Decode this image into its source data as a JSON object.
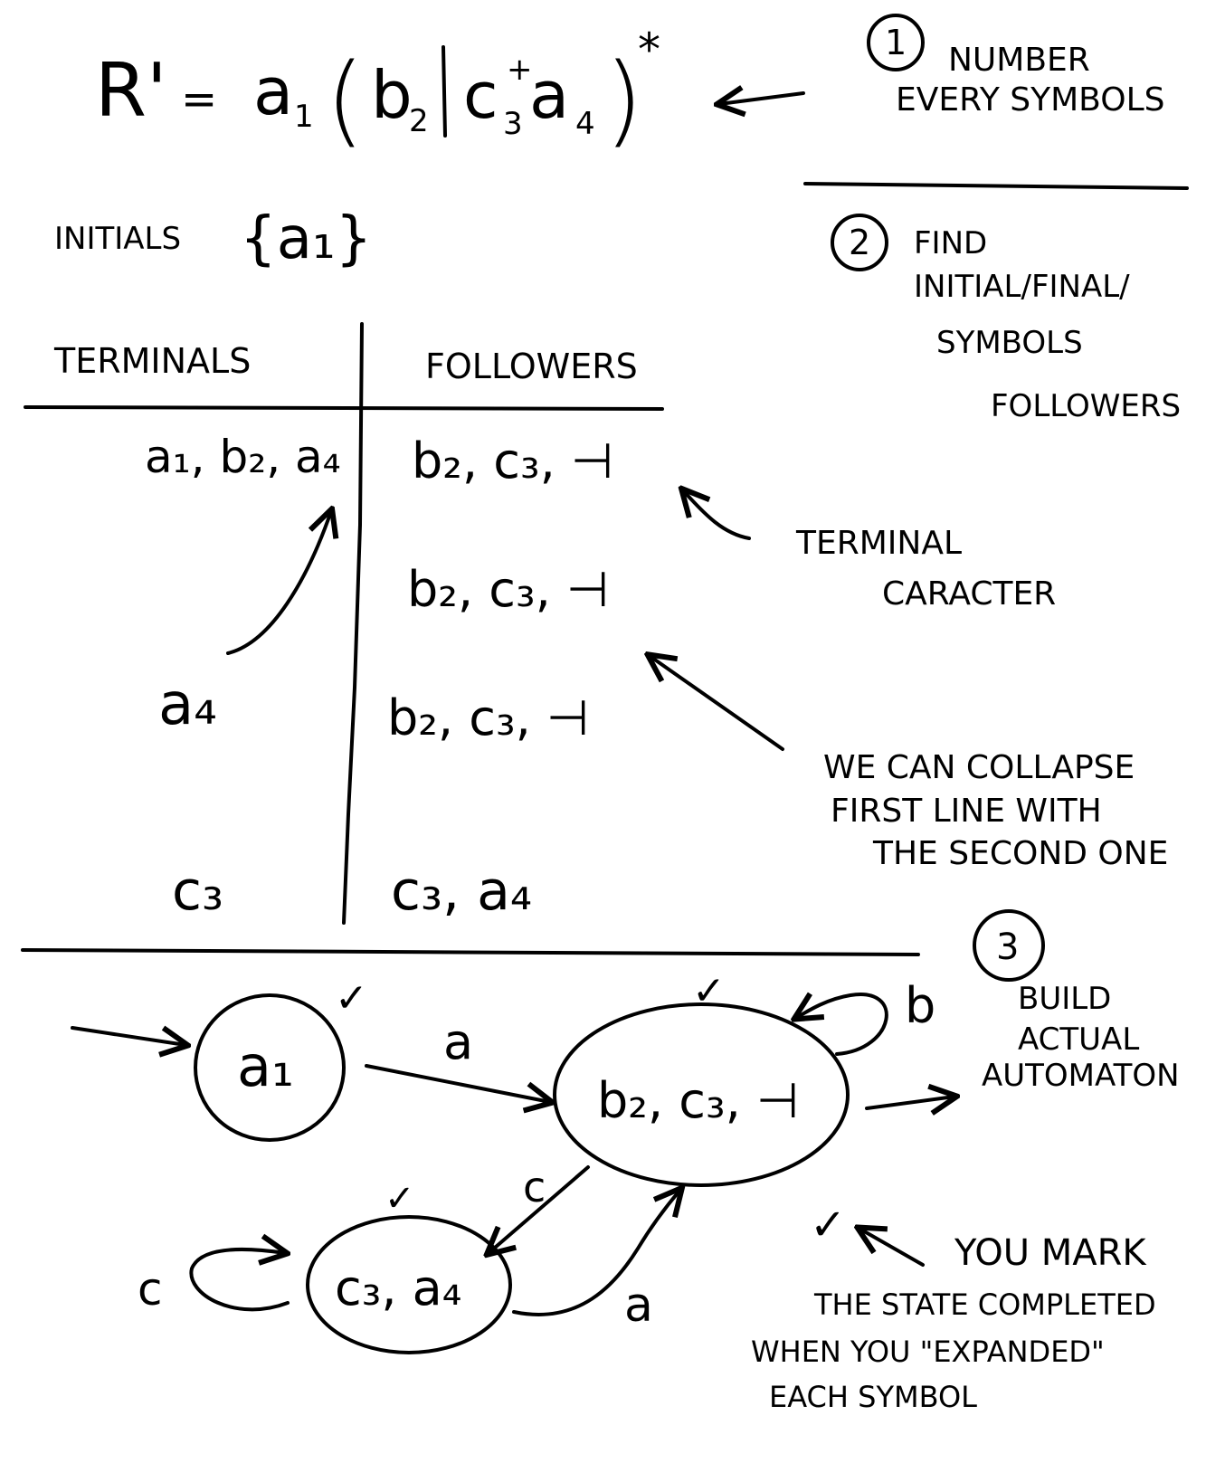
{
  "regex": {
    "lhs": "R'",
    "eq": "=",
    "a": "a",
    "a_sub": "1",
    "b": "b",
    "b_sub": "2",
    "c": "c",
    "c_sup": "+",
    "c_sub": "3",
    "a2": "a",
    "a2_sub": "4",
    "star": "*",
    "open_paren": "(",
    "close_paren": ")",
    "bar": "|"
  },
  "steps": {
    "step1": {
      "number": "1",
      "lines": [
        "NUMBER",
        "EVERY SYMBOLS"
      ]
    },
    "step2": {
      "number": "2",
      "lines": [
        "FIND",
        "INITIAL/FINAL/",
        "SYMBOLS",
        "FOLLOWERS"
      ]
    },
    "step3": {
      "number": "3",
      "lines": [
        "BUILD",
        "ACTUAL",
        "AUTOMATON"
      ]
    }
  },
  "initials": {
    "label": "INITIALS",
    "set": "{a₁}"
  },
  "table": {
    "headers": {
      "terminals": "TERMINALS",
      "followers": "FOLLOWERS"
    },
    "rows": [
      {
        "terminals": "a₁, b₂, a₄",
        "followers": "b₂, c₃, ⊣"
      },
      {
        "terminals": "",
        "followers": "b₂, c₃, ⊣"
      },
      {
        "terminals": "a₄",
        "followers": "b₂, c₃, ⊣"
      },
      {
        "terminals": "c₃",
        "followers": "c₃, a₄"
      }
    ]
  },
  "notes": {
    "terminator": [
      "TERMINAL",
      "CARACTER"
    ],
    "collapse": [
      "WE CAN COLLAPSE",
      "FIRST LINE WITH",
      "THE SECOND ONE"
    ],
    "mark": [
      "YOU MARK",
      "THE STATE COMPLETED",
      "WHEN YOU \"EXPANDED\"",
      "EACH SYMBOL"
    ]
  },
  "automaton": {
    "states": [
      {
        "label": "a₁",
        "check": "✓"
      },
      {
        "label": "b₂, c₃, ⊣",
        "check": "✓"
      },
      {
        "label": "c₃, a₄",
        "check": "✓"
      }
    ],
    "edges": [
      {
        "label": "a"
      },
      {
        "label": "b"
      },
      {
        "label": "c"
      },
      {
        "label": "c"
      },
      {
        "label": "a"
      }
    ],
    "mark_check": "✓"
  }
}
